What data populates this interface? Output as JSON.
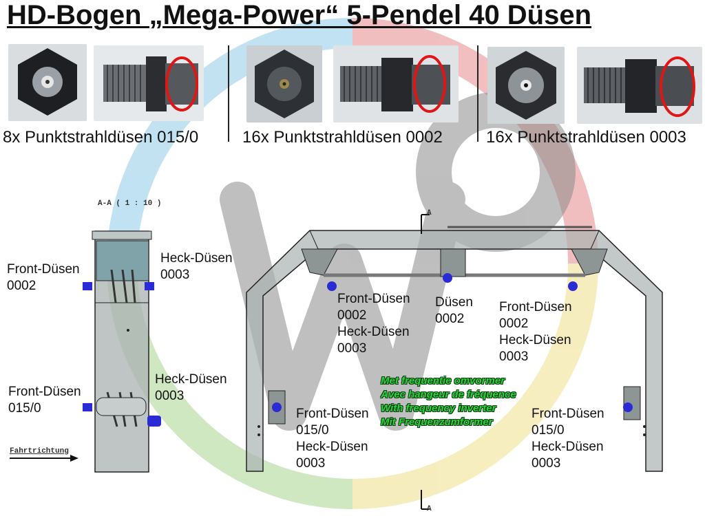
{
  "title": "HD-Bogen „Mega-Power“ 5-Pendel 40 Düsen",
  "nozzles": [
    {
      "caption": "8x Punktstrahldüsen 015/0"
    },
    {
      "caption": "16x Punktstrahldüsen 0002"
    },
    {
      "caption": "16x Punktstrahldüsen 0003"
    }
  ],
  "section": {
    "title": "A-A ( 1 : 10 )",
    "direction": "Fahrtrichtung",
    "labels": {
      "front_top": "Front-Düsen\n0002",
      "heck_top": "Heck-Düsen\n0003",
      "front_bottom": "Front-Düsen\n015/0",
      "heck_bottom": "Heck-Düsen\n0003"
    }
  },
  "arch": {
    "marker": "A",
    "labels": {
      "left_mid": "Front-Düsen\n0002\nHeck-Düsen\n0003",
      "center": "Düsen\n0002",
      "right_mid": "Front-Düsen\n0002\nHeck-Düsen\n0003",
      "left_low": "Front-Düsen\n015/0\nHeck-Düsen\n0003",
      "right_low": "Front-Düsen\n015/0\nHeck-Düsen\n0003"
    },
    "notes": [
      "Met frequentie omvormer",
      "Avec hangeur de fréquence",
      "With frequency inverter",
      "Mit Frequenzumformer"
    ]
  },
  "colors": {
    "circle_blue": "#8fcbe8",
    "circle_red": "#e58a8a",
    "circle_yellow": "#efe08a",
    "circle_green": "#a9d68f",
    "watermark_gray": "#8a8a8a",
    "frame": "#a9b2b2",
    "nozzle_blue": "#2b2bd6",
    "highlight_red": "#e01515"
  }
}
